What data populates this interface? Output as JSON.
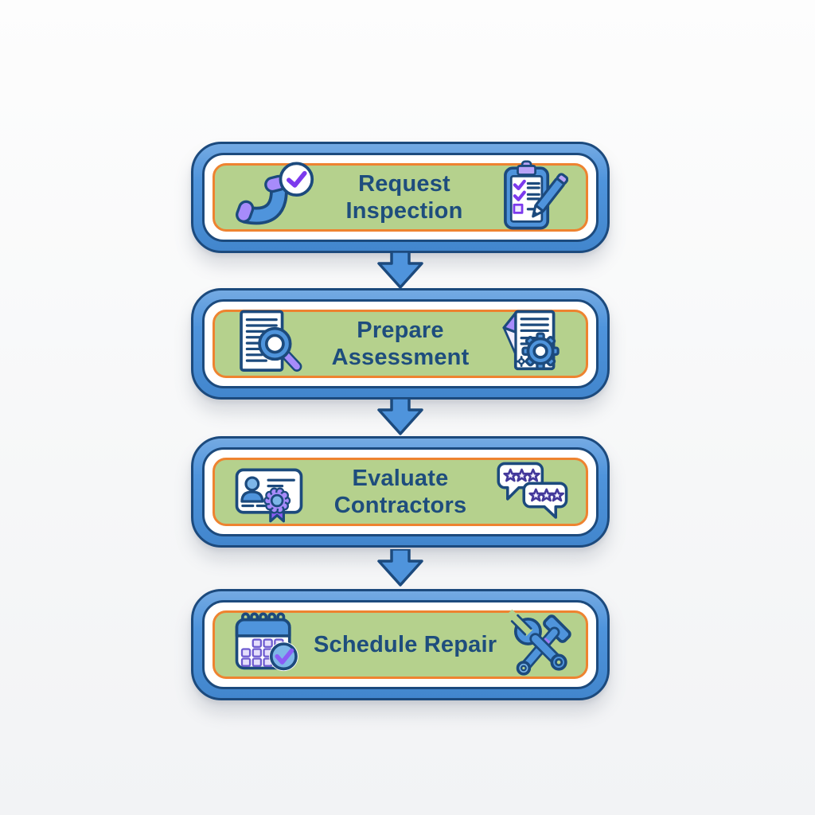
{
  "diagram": {
    "type": "flowchart",
    "direction": "top-to-bottom",
    "step_count": 4,
    "connector": "block-arrow-down",
    "connector_count": 3
  },
  "palette": {
    "outline_navy": "#1c4a7d",
    "band_blue": "#4f94dc",
    "fill_green": "#b5d18d",
    "ring_orange": "#ee8330",
    "accent_purple": "#7c3aed",
    "accent_lavender": "#a78bfa",
    "star_indigo": "#44399b",
    "text_navy": "#1e4d7d",
    "background": "#f6f7f8"
  },
  "steps": [
    {
      "label": "Request\nInspection",
      "left_icon": "phone-check-icon",
      "right_icon": "clipboard-checklist-icon"
    },
    {
      "label": "Prepare\nAssessment",
      "left_icon": "document-search-icon",
      "right_icon": "document-gear-icon"
    },
    {
      "label": "Evaluate\nContractors",
      "left_icon": "id-card-badge-icon",
      "right_icon": "review-stars-icon"
    },
    {
      "label": "Schedule Repair",
      "left_icon": "calendar-check-icon",
      "right_icon": "wrench-hammer-icon"
    }
  ]
}
